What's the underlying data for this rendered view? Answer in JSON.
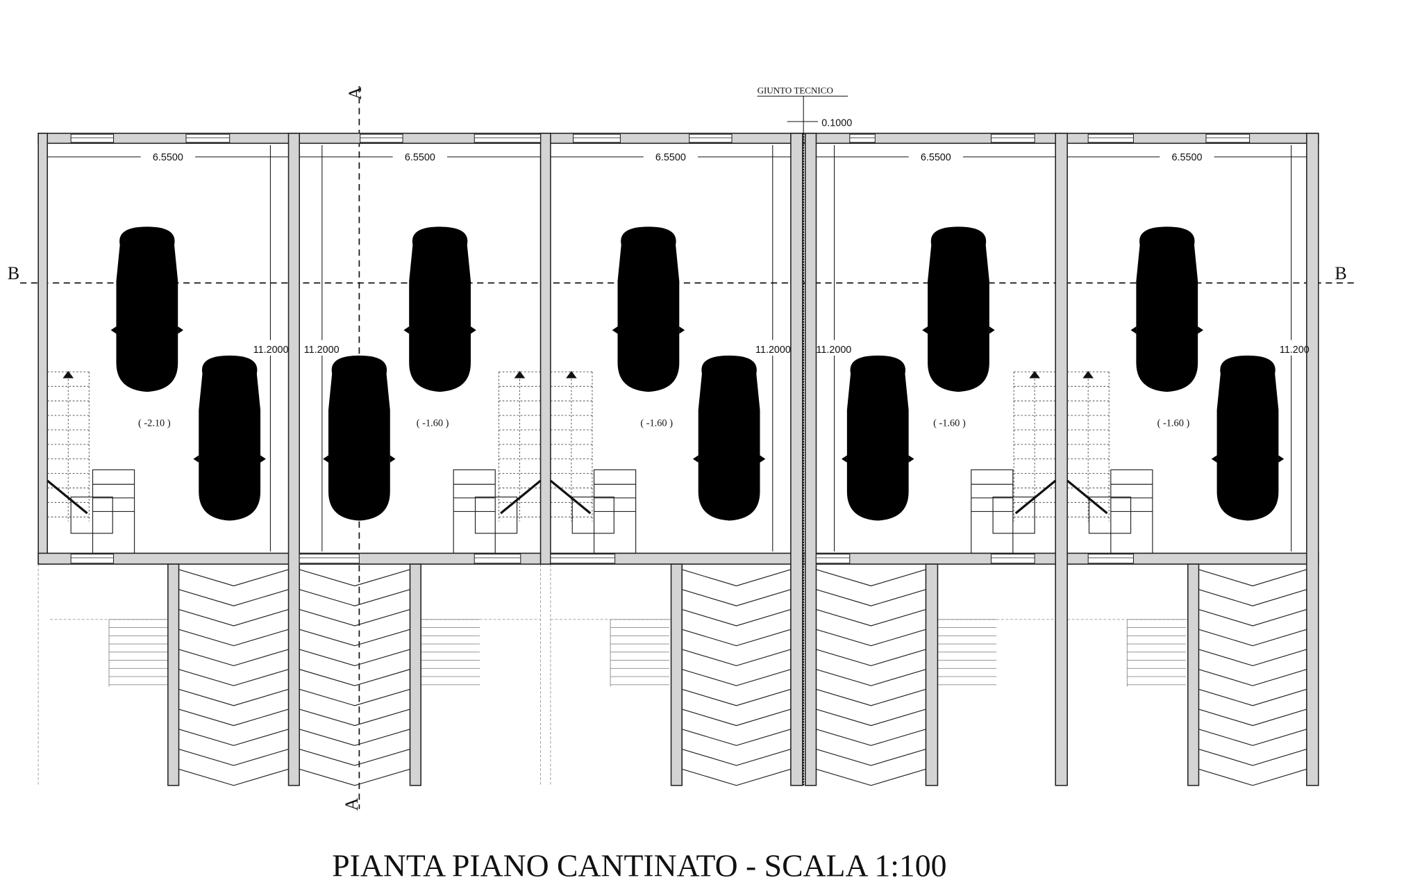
{
  "title": "PIANTA PIANO CANTINATO - SCALA 1:100",
  "sections": {
    "a_top": "A",
    "a_bottom": "A",
    "b_left": "B",
    "b_right": "B"
  },
  "joint": {
    "label": "GIUNTO TECNICO",
    "dimension": "0.1000"
  },
  "units": [
    {
      "width": "6.5500",
      "level": "( -2.10 )"
    },
    {
      "width": "6.5500",
      "level": "( -1.60 )"
    },
    {
      "width": "6.5500",
      "level": "( -1.60 )"
    },
    {
      "width": "6.5500",
      "level": "( -1.60 )"
    },
    {
      "width": "6.5500",
      "level": "( -1.60 )"
    }
  ],
  "heights": [
    "11.2000",
    "11.2000",
    "11.2000",
    "11.2000",
    "11.200"
  ]
}
